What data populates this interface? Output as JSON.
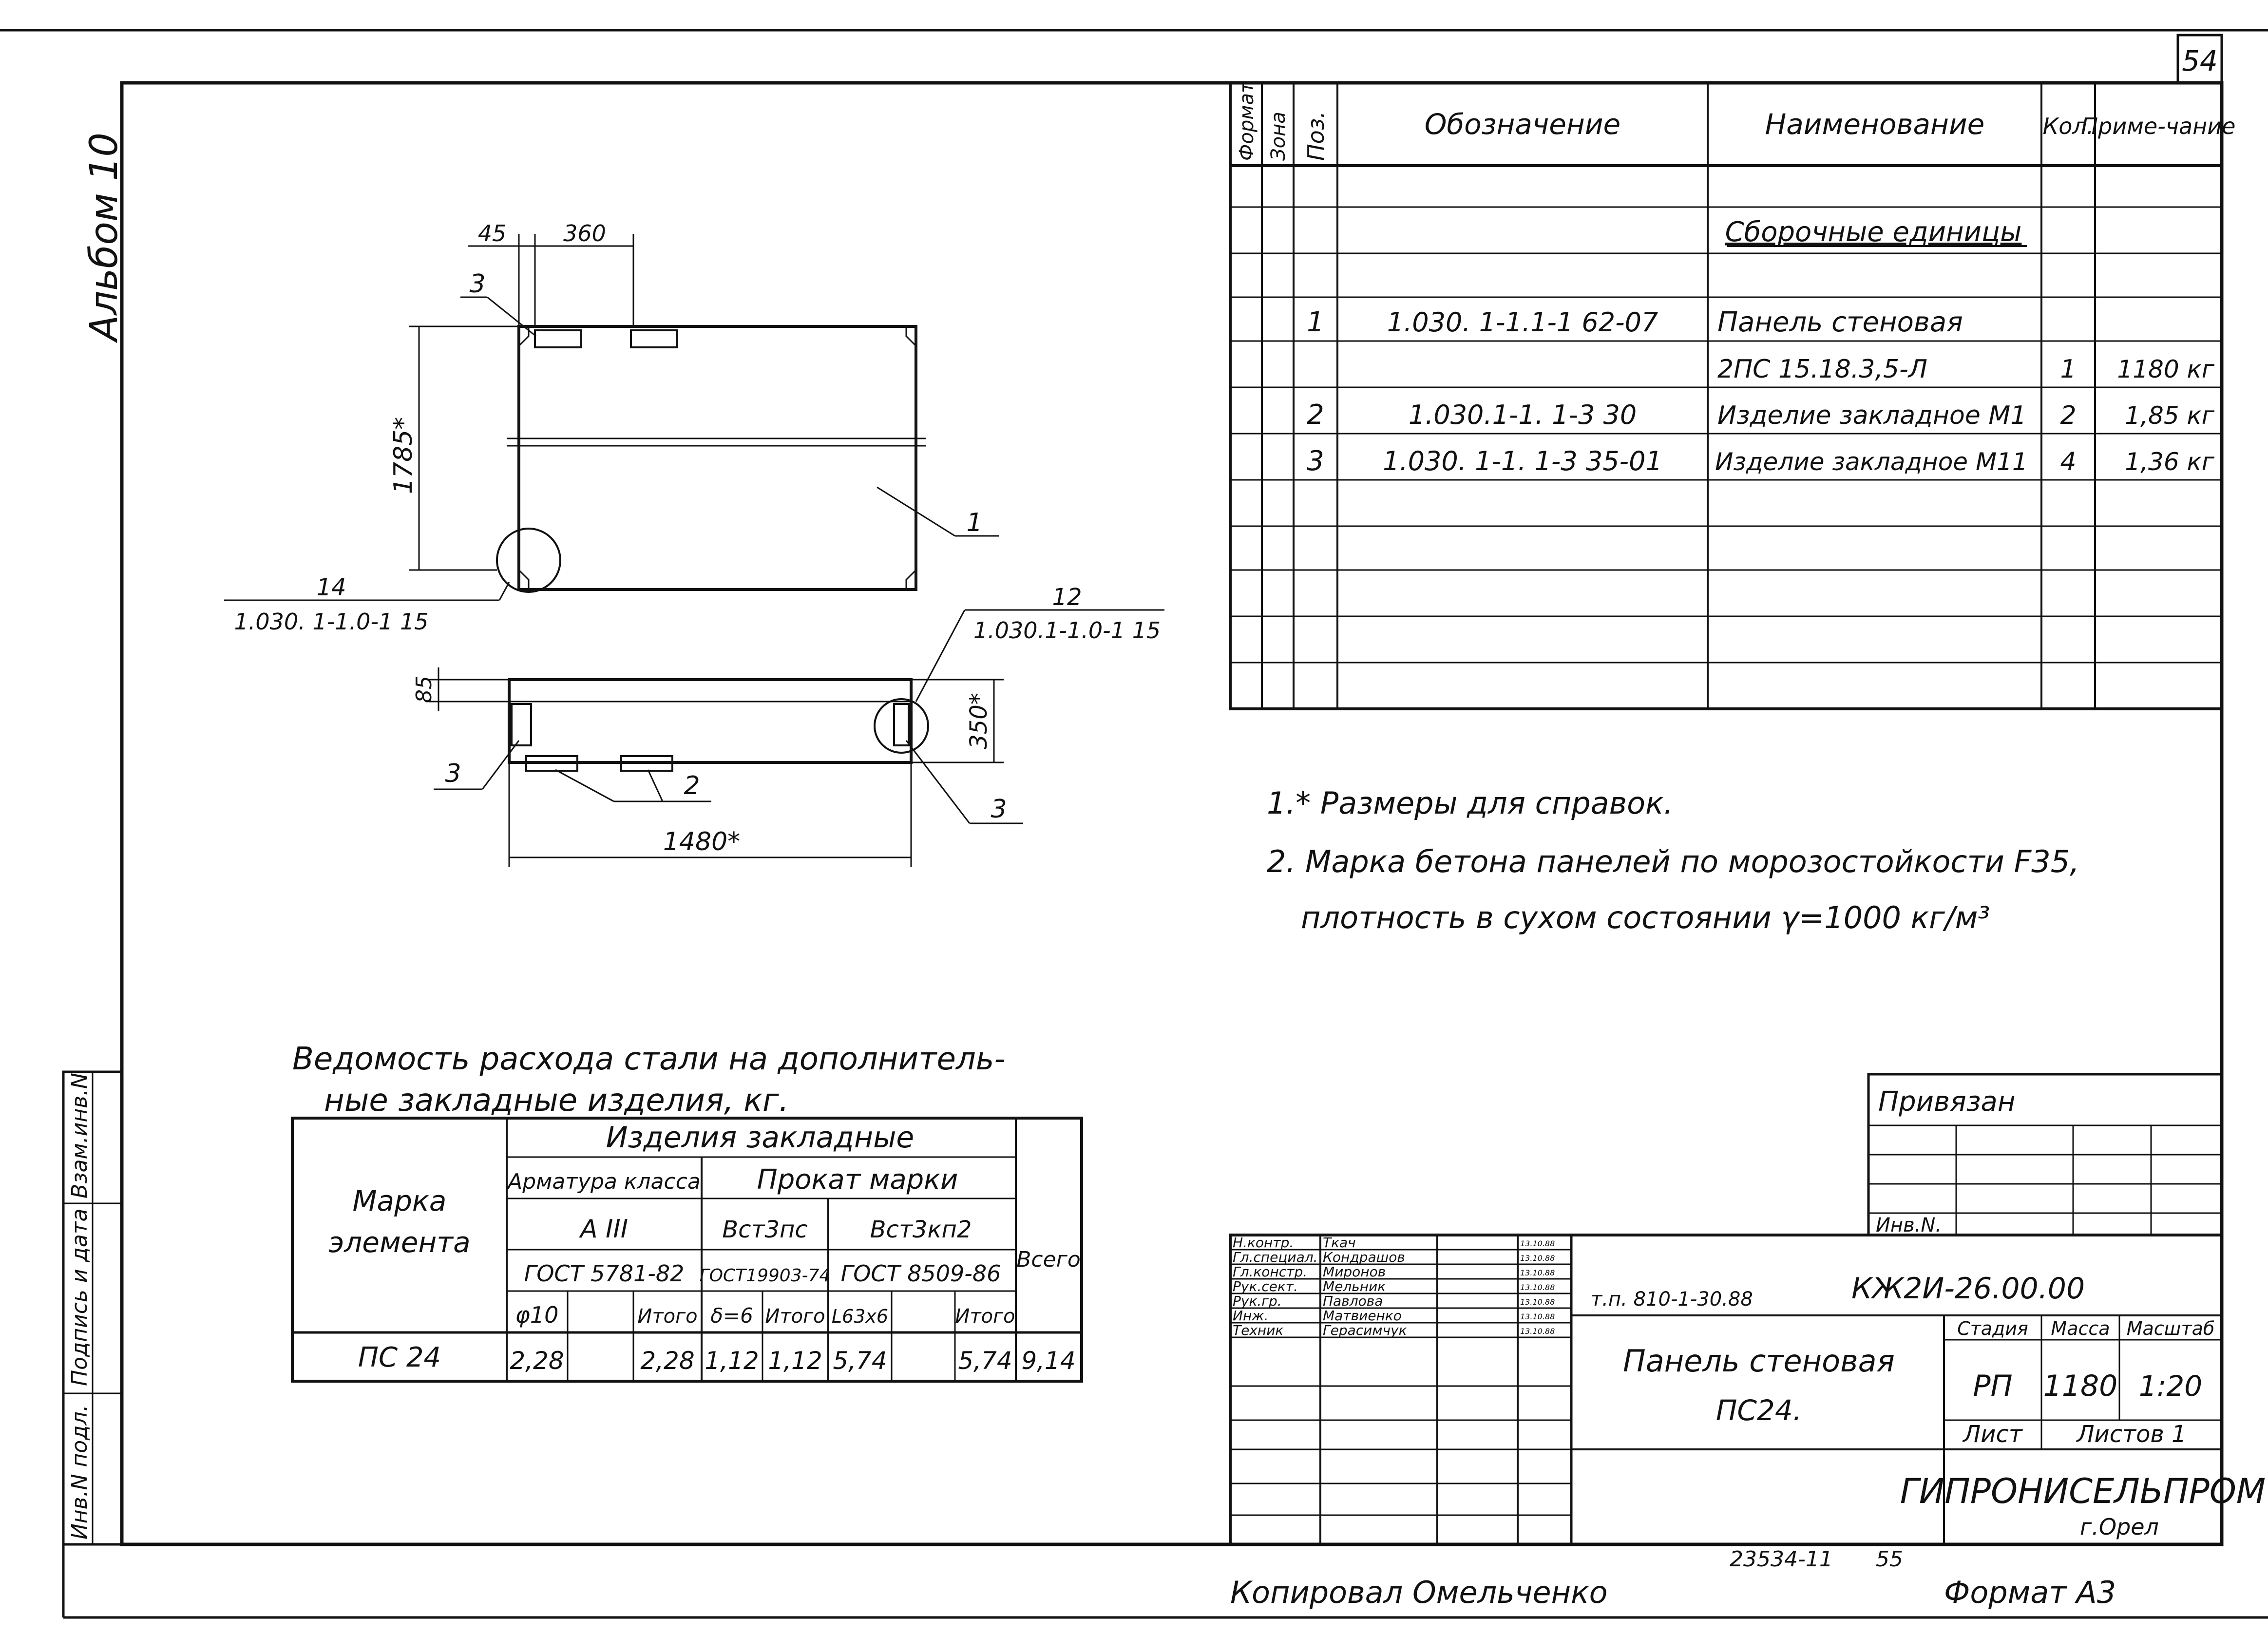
{
  "sheet_number": "54",
  "album_label": "Альбом 10",
  "drawing": {
    "dim_45": "45",
    "dim_360": "360",
    "dim_1785": "1785*",
    "dim_85": "85",
    "dim_350": "350*",
    "dim_1480": "1480*",
    "pos_1": "1",
    "pos_2": "2",
    "pos_3a": "3",
    "pos_3b": "3",
    "pos_3c": "3",
    "callout_14_num": "14",
    "callout_14_ref": "1.030. 1-1.0-1 15",
    "callout_12_num": "12",
    "callout_12_ref": "1.030.1-1.0-1 15"
  },
  "spec_table": {
    "headers": {
      "format": "Формат",
      "zone": "Зона",
      "pos": "Поз.",
      "designation": "Обозначение",
      "name": "Наименование",
      "qty": "Кол.",
      "note": "Приме-чание"
    },
    "section_title": "Сборочные единицы",
    "rows": [
      {
        "pos": "1",
        "designation": "1.030. 1-1.1-1 62-07",
        "name": "Панель стеновая",
        "qty": "",
        "note": ""
      },
      {
        "pos": "",
        "designation": "",
        "name": "2ПС 15.18.3,5-Л",
        "qty": "1",
        "note": "1180 кг"
      },
      {
        "pos": "2",
        "designation": "1.030.1-1. 1-3 30",
        "name": "Изделие закладное М1",
        "qty": "2",
        "note": "1,85 кг"
      },
      {
        "pos": "3",
        "designation": "1.030. 1-1. 1-3 35-01",
        "name": "Изделие закладное М11",
        "qty": "4",
        "note": "1,36 кг"
      }
    ]
  },
  "notes": {
    "n1": "1.* Размеры для справок.",
    "n2": "2. Марка бетона панелей по морозостойкости F35,",
    "n3": "плотность в сухом состоянии γ=1000 кг/м³"
  },
  "steel_table": {
    "title_line1": "Ведомость расхода стали на дополнитель-",
    "title_line2": "ные закладные изделия, кг.",
    "mark_header_1": "Марка",
    "mark_header_2": "элемента",
    "group": "Изделия закладные",
    "armature": "Арматура класса",
    "armature_class": "А III",
    "armature_gost": "ГОСТ 5781-82",
    "rolled": "Прокат марки",
    "steel1": "Вст3пс",
    "steel1_gost": "ГОСТ19903-74",
    "steel2": "Вст3кп2",
    "steel2_gost": "ГОСТ 8509-86",
    "total": "Всего",
    "col_phi10": "φ10",
    "col_itogo1": "Итого",
    "col_d6": "δ=6",
    "col_itogo2": "Итого",
    "col_l63": "L63х6",
    "col_itogo3": "Итого",
    "row": {
      "mark": "ПС 24",
      "phi10": "2,28",
      "it1": "2,28",
      "d6": "1,12",
      "it2": "1,12",
      "l63": "5,74",
      "it3": "5,74",
      "total": "9,14"
    }
  },
  "side_stamp": {
    "a": "Инв.N подл.",
    "b": "Подпись и дата",
    "c": "Взам.инв.N"
  },
  "privyazan": {
    "title": "Привязан",
    "inv": "Инв.N."
  },
  "title_block": {
    "people": [
      {
        "role": "Н.контр.",
        "name": "Ткач",
        "date": "13.10.88"
      },
      {
        "role": "Гл.специал.",
        "name": "Кондрашов",
        "date": "13.10.88"
      },
      {
        "role": "Гл.констр.",
        "name": "Миронов",
        "date": "13.10.88"
      },
      {
        "role": "Рук.сект.",
        "name": "Мельник",
        "date": "13.10.88"
      },
      {
        "role": "Рук.гр.",
        "name": "Павлова",
        "date": "13.10.88"
      },
      {
        "role": "Инж.",
        "name": "Матвиенко",
        "date": "13.10.88"
      },
      {
        "role": "Техник",
        "name": "Герасимчук",
        "date": "13.10.88"
      }
    ],
    "tp": "т.п. 810-1-30.88",
    "code": "КЖ2И-26.00.00",
    "name_line1": "Панель стеновая",
    "name_line2": "ПС24.",
    "stage_label": "Стадия",
    "mass_label": "Масса",
    "scale_label": "Масштаб",
    "stage": "РП",
    "mass": "1180",
    "scale": "1:20",
    "sheet_label": "Лист",
    "sheets_label": "Листов 1",
    "org": "ГИПРОНИСЕЛЬПРОМ",
    "city": "г.Орел"
  },
  "bottom": {
    "number": "23534-11",
    "page": "55",
    "copied": "Копировал Омельченко",
    "format": "Формат А3"
  }
}
